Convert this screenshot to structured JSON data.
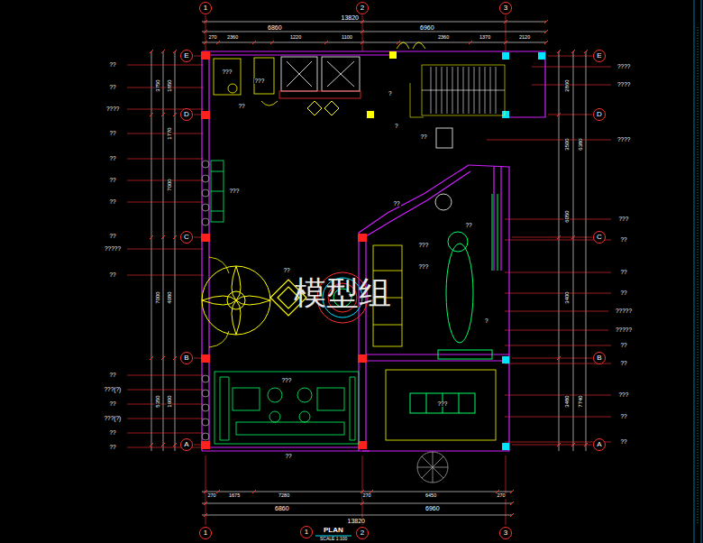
{
  "diagram": {
    "title": "PLAN",
    "nodes": [
      {
        "text": [
          "1"
        ]
      },
      {
        "text": [
          "2"
        ]
      },
      {
        "text": [
          "3"
        ]
      },
      {
        "text": [
          "E"
        ]
      },
      {
        "text": [
          "D"
        ]
      },
      {
        "text": [
          "C"
        ]
      },
      {
        "text": [
          "B"
        ]
      },
      {
        "text": [
          "A"
        ]
      },
      {
        "text": [
          "E"
        ]
      },
      {
        "text": [
          "D"
        ]
      },
      {
        "text": [
          "C"
        ]
      },
      {
        "text": [
          "B"
        ]
      },
      {
        "text": [
          "A"
        ]
      },
      {
        "text": [
          "1"
        ]
      },
      {
        "text": [
          "2"
        ]
      },
      {
        "text": [
          "3"
        ]
      },
      {
        "text": [
          "1"
        ]
      }
    ],
    "labels": [
      "13820",
      "6860",
      "6960",
      "270",
      "2360",
      "1220",
      "1100",
      "2360",
      "1370",
      "2120",
      "270",
      "1675",
      "7280",
      "270",
      "6450",
      "270",
      "6860",
      "6960",
      "13820",
      "1850",
      "1770",
      "7000",
      "4080",
      "1900",
      "3750",
      "7000",
      "5350",
      "2860",
      "3500",
      "6050",
      "3400",
      "3480",
      "6380",
      "7740",
      "??",
      "??",
      "????",
      "??",
      "??",
      "??",
      "??",
      "??",
      "?????",
      "??",
      "??",
      "???(?)",
      "??",
      "???(?)",
      "??",
      "??",
      "????",
      "????",
      "????",
      "???",
      "??",
      "??",
      "??",
      "?????",
      "?????",
      "??",
      "??",
      "???",
      "??",
      "??",
      "???",
      "??",
      "???",
      "?",
      "??",
      "??",
      "??",
      "???",
      "??",
      "???",
      "???",
      "???",
      "??",
      "?",
      "?",
      "???",
      "模型组",
      "SCALE 1:100"
    ]
  }
}
